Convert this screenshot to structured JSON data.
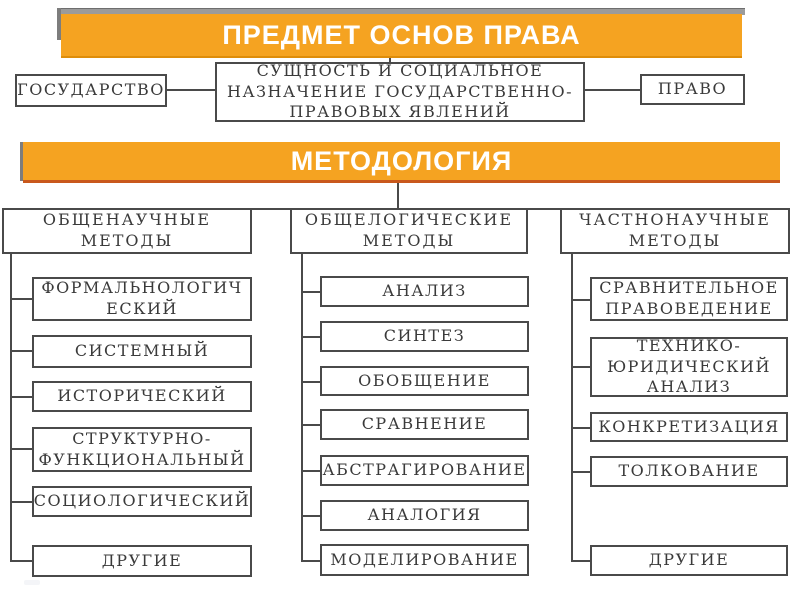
{
  "banners": {
    "top_label": "ПРЕДМЕТ ОСНОВ ПРАВА",
    "methodology_label": "МЕТОДОЛОГИЯ"
  },
  "subject_row": {
    "state": "ГОСУДАРСТВО",
    "essence": "СУЩНОСТЬ И СОЦИАЛЬНОЕ\nНАЗНАЧЕНИЕ ГОСУДАРСТВЕННО-\nПРАВОВЫХ ЯВЛЕНИЙ",
    "law": "ПРАВО"
  },
  "columns": [
    {
      "header": "ОБЩЕНАУЧНЫЕ\nМЕТОДЫ",
      "items": [
        "ФОРМАЛЬНОЛОГИЧ\nЕСКИЙ",
        "СИСТЕМНЫЙ",
        "ИСТОРИЧЕСКИЙ",
        "СТРУКТУРНО-\nФУНКЦИОНАЛЬНЫЙ",
        "СОЦИОЛОГИЧЕСКИЙ",
        "ДРУГИЕ"
      ]
    },
    {
      "header": "ОБЩЕЛОГИЧЕСКИЕ\nМЕТОДЫ",
      "items": [
        "АНАЛИЗ",
        "СИНТЕЗ",
        "ОБОБЩЕНИЕ",
        "СРАВНЕНИЕ",
        "АБСТРАГИРОВАНИЕ",
        "АНАЛОГИЯ",
        "МОДЕЛИРОВАНИЕ"
      ]
    },
    {
      "header": "ЧАСТНОНАУЧНЫЕ\nМЕТОДЫ",
      "items": [
        "СРАВНИТЕЛЬНОЕ\nПРАВОВЕДЕНИЕ",
        "ТЕХНИКО-\nЮРИДИЧЕСКИЙ\nАНАЛИЗ",
        "КОНКРЕТИЗАЦИЯ",
        "ТОЛКОВАНИЕ",
        "ДРУГИЕ"
      ]
    }
  ],
  "colors": {
    "banner_orange": "#F5A321",
    "banner_top_edge": "#9b9b9b",
    "banner_bottom_edge_top": "#de8d0a",
    "banner_bottom_edge_methodology": "#c9581c",
    "line": "#4a4a4a",
    "text": "#3a3a3a",
    "background": "#ffffff"
  }
}
